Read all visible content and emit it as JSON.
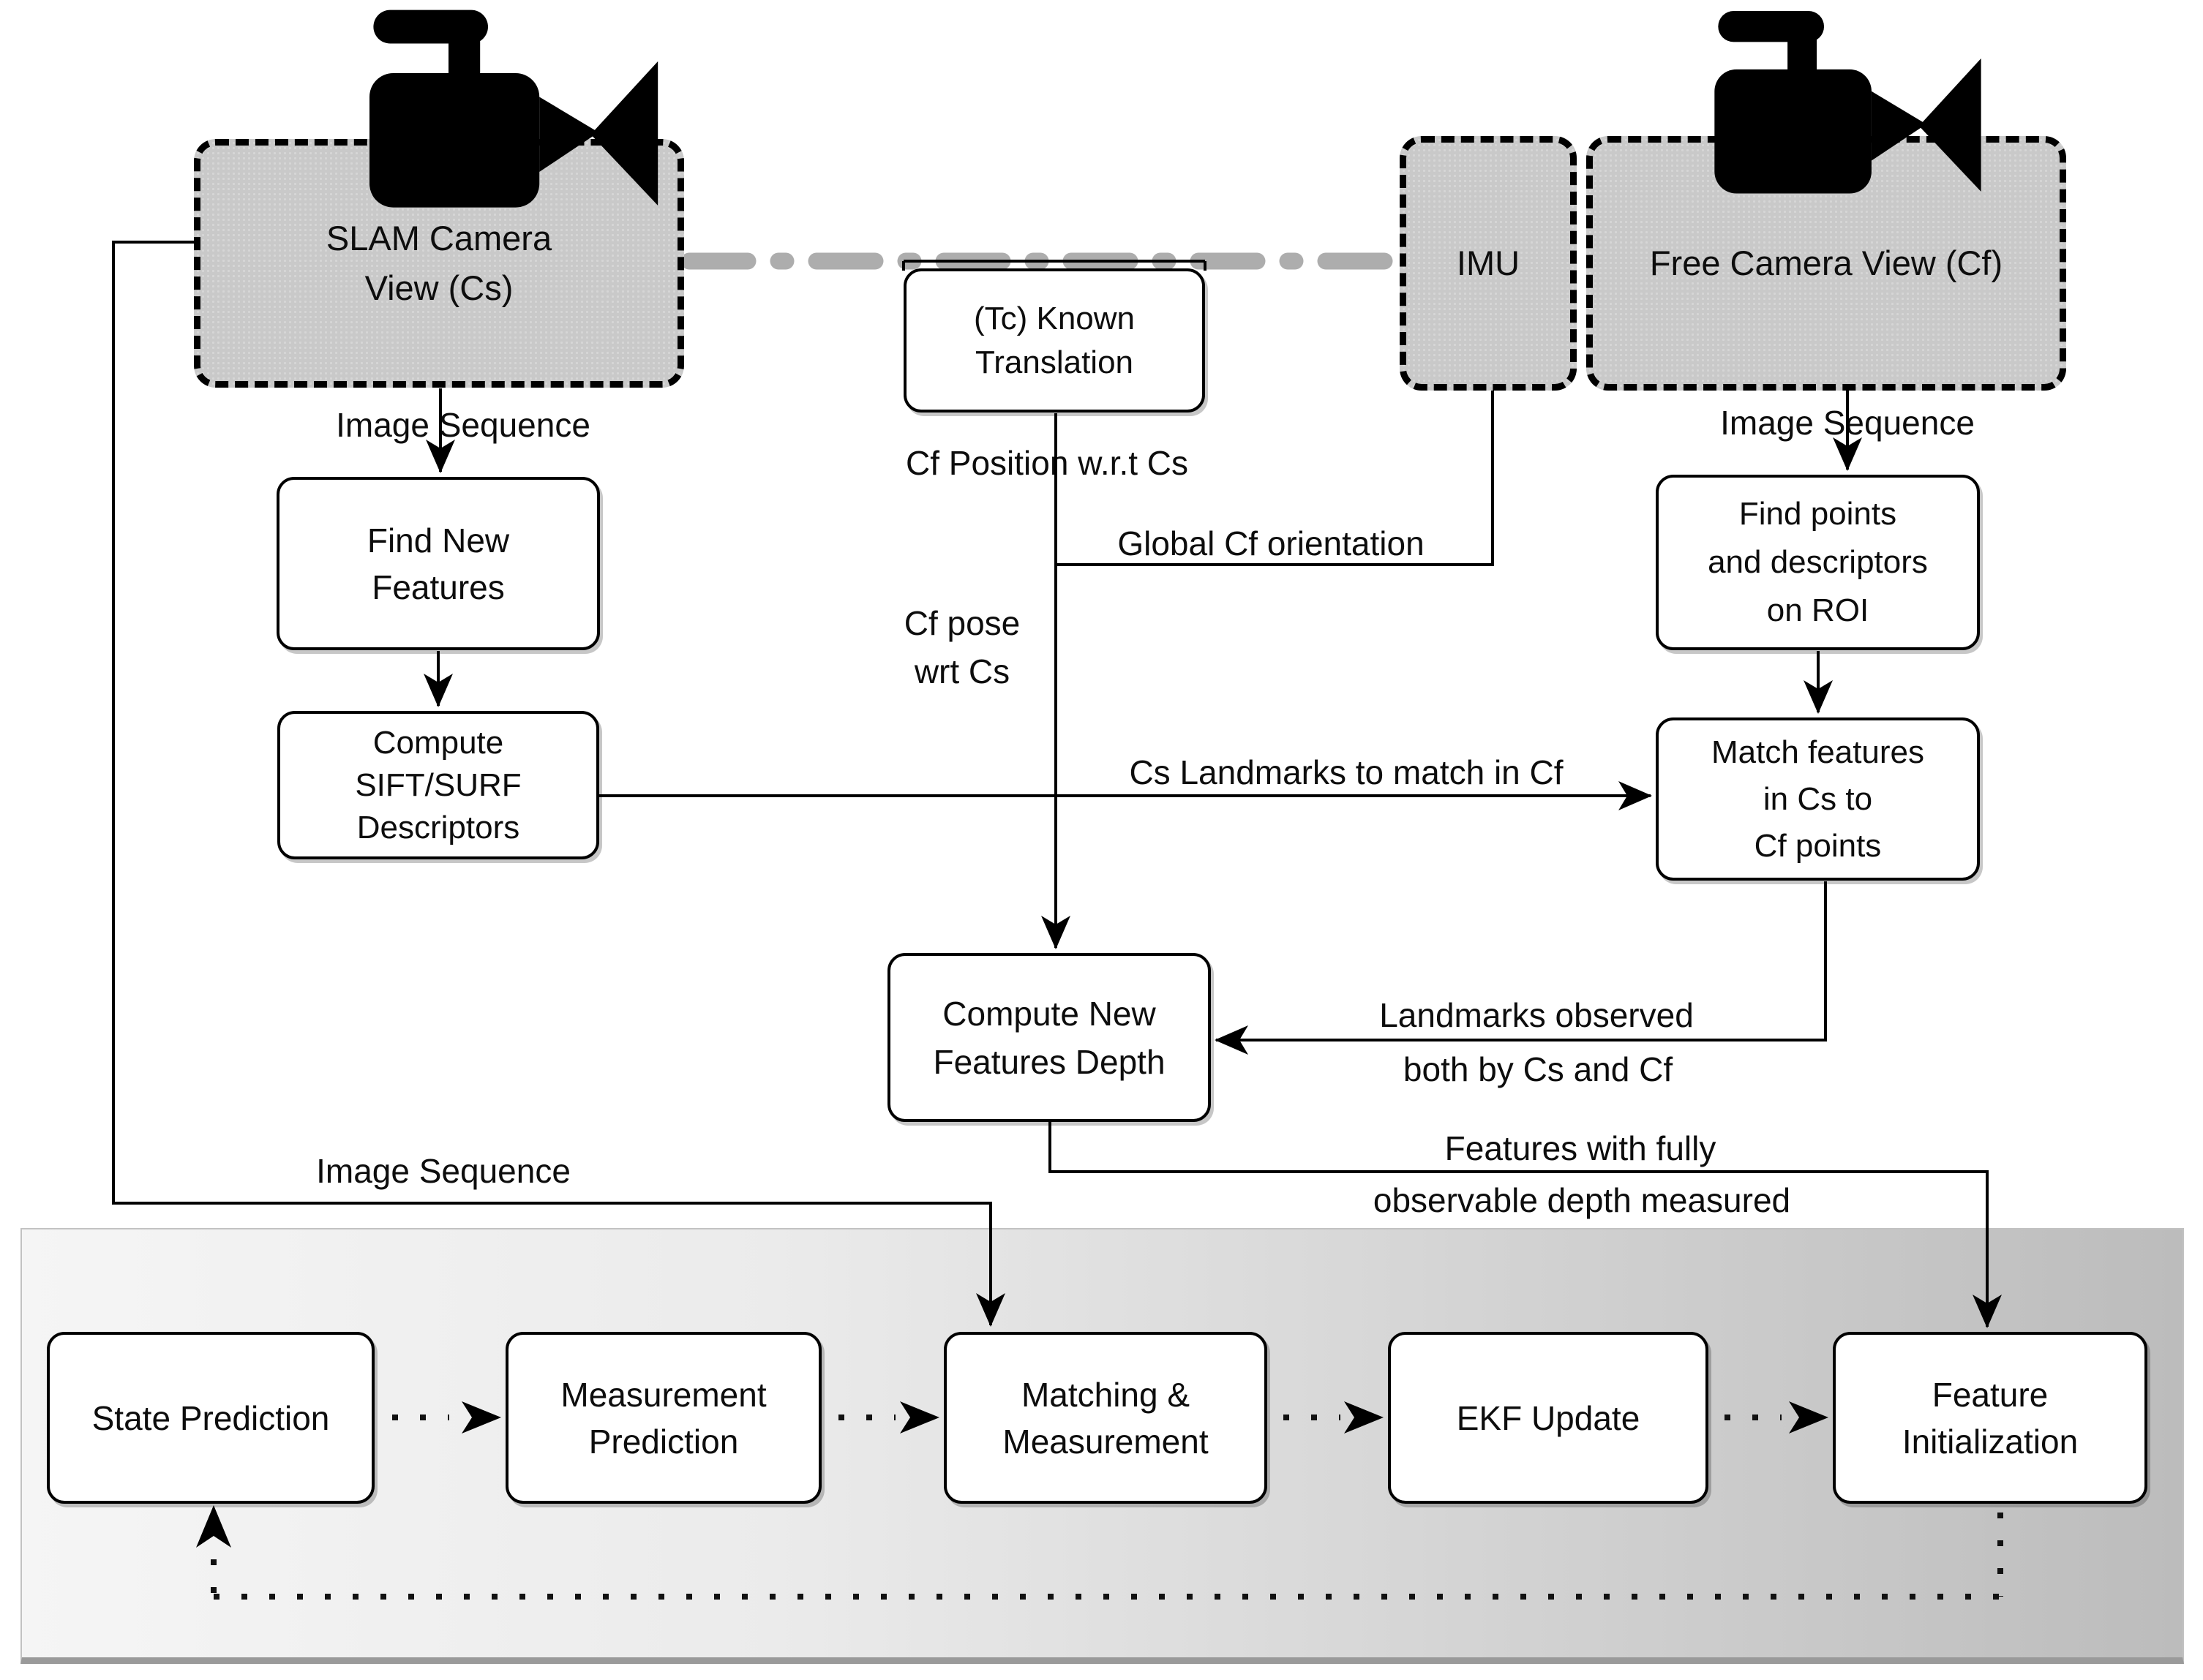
{
  "nodes": {
    "slam_camera": {
      "lines": [
        "SLAM Camera",
        "View (Cs)"
      ]
    },
    "imu": {
      "label": "IMU"
    },
    "free_camera": {
      "label": "Free Camera View (Cf)"
    },
    "known_translation": {
      "lines": [
        "(Tc) Known",
        "Translation"
      ]
    },
    "find_new_features": {
      "lines": [
        "Find New",
        "Features"
      ]
    },
    "compute_descriptors": {
      "lines": [
        "Compute",
        "SIFT/SURF",
        "Descriptors"
      ]
    },
    "find_points_roi": {
      "lines": [
        "Find points",
        "and descriptors",
        "on ROI"
      ]
    },
    "match_features": {
      "lines": [
        "Match features",
        "in Cs to",
        "Cf points"
      ]
    },
    "compute_depth": {
      "lines": [
        "Compute New",
        "Features Depth"
      ]
    }
  },
  "edge_labels": {
    "image_sequence_left": "Image Sequence",
    "image_sequence_right": "Image Sequence",
    "image_sequence_feedback": "Image Sequence",
    "cf_position": "Cf Position w.r.t Cs",
    "global_cf_orientation": "Global Cf orientation",
    "cf_pose": [
      "Cf pose",
      "wrt Cs"
    ],
    "cs_landmarks": "Cs Landmarks to match in Cf",
    "landmarks_observed": [
      "Landmarks observed",
      "both by Cs and Cf"
    ],
    "features_fully": [
      "Features with fully",
      "observable depth measured"
    ]
  },
  "ekf_pipeline": {
    "boxes": [
      {
        "id": "state_prediction",
        "lines": [
          "State Prediction"
        ]
      },
      {
        "id": "measurement_prediction",
        "lines": [
          "Measurement",
          "Prediction"
        ]
      },
      {
        "id": "matching_measurement",
        "lines": [
          "Matching &",
          "Measurement"
        ]
      },
      {
        "id": "ekf_update",
        "lines": [
          "EKF Update"
        ]
      },
      {
        "id": "feature_initialization",
        "lines": [
          "Feature",
          "Initialization"
        ]
      }
    ]
  },
  "icons": {
    "slam_camera": "video-camera-icon",
    "free_camera": "video-camera-icon"
  },
  "colors": {
    "source_box_fill": "#c9c9c9",
    "rigid_link_gray": "#adadad",
    "panel_gradient_left": "#f5f5f5",
    "panel_gradient_right": "#bcbcbc",
    "stroke": "#000000"
  }
}
